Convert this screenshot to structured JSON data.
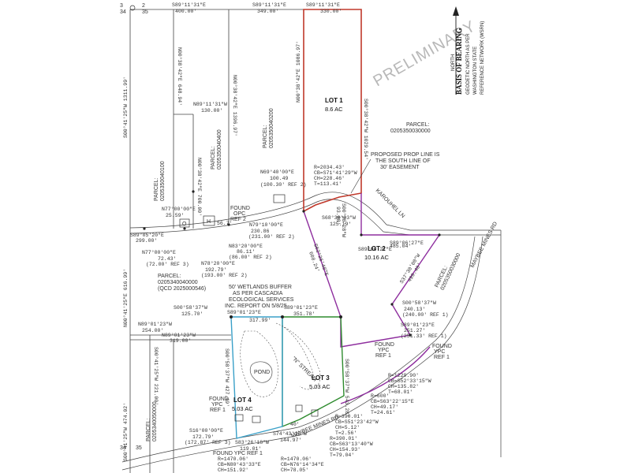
{
  "watermark": "PRELIMINARY",
  "basis": {
    "title": "BASIS OF BEARING",
    "line1": "GEODETIC NORTH AS PER",
    "line2": "WASHINGTON STATE",
    "line3": "REFERENCE NETWORK (WSRN)",
    "north": "NORTH"
  },
  "top_corner": {
    "a": "34",
    "b": "35",
    "c": "3",
    "d": "2"
  },
  "bottom_corner": {
    "a": "34",
    "b": "35"
  },
  "lots": [
    {
      "name": "LOT 1",
      "area": "8.6 AC",
      "color": "#c0392b"
    },
    {
      "name": "LOT 2",
      "area": "10.16 AC",
      "color": "#8e2e9e"
    },
    {
      "name": "LOT 3",
      "area": "5.03 AC",
      "color": "#2e8b2e"
    },
    {
      "name": "LOT 4",
      "area": "5.03 AC",
      "color": "#3aa0c8"
    }
  ],
  "top_bearings": [
    {
      "b": "S89°11'31\"E",
      "d": "400.00'"
    },
    {
      "b": "S89°11'31\"E",
      "d": "349.00'"
    },
    {
      "b": "S89°11'31\"E",
      "d": "330.00'"
    }
  ],
  "lot1_sides": {
    "west": "N00°38'42\"E  1086.97'",
    "east": "S00°38'42\"W  1029.54'"
  },
  "west_lines": {
    "v1": "N00°38'42\"E  648.94'",
    "v2": "N00°38'42\"E  1396.97'",
    "v3": "N00°38'42\"E  700.00'",
    "outer": "S00°41'25\"W  1311.99'"
  },
  "n89_130": {
    "b": "N89°11'31\"W",
    "d": "130.00'"
  },
  "parcels": {
    "p100": {
      "label": "PARCEL:",
      "num": "020535004010​0"
    },
    "p400": {
      "label": "PARCEL:",
      "num": "0205350040400"
    },
    "p200": {
      "label": "PARCEL:",
      "num": "0205350040200"
    },
    "p300": {
      "label": "PARCEL:",
      "num": "0205350030000"
    },
    "p4000": {
      "label": "PARCEL:",
      "num": "0205340040000",
      "extra": "(QCD 2025000546)"
    },
    "p050": {
      "label": "PARCEL:",
      "num": "0205340050000"
    },
    "pright": {
      "label": "PARCEL:",
      "num": "0205350030000"
    }
  },
  "easement": {
    "line1": "PROPOSED PROP LINE IS",
    "line2": "THE SOUTH LINE OF",
    "line3": "30' EASEMENT"
  },
  "curve1": {
    "r": "R=2034.43'",
    "cb": "CB=S71°41'29\"W",
    "ch": "CH=228.46'",
    "t": "T=113.41'"
  },
  "karouhel": "KAROUHEL LN",
  "n69": {
    "b": "N69°40'00\"E",
    "d": "100.49",
    "r": "(100.30' REF 2)"
  },
  "n77a": {
    "b": "N77°00'00\"E",
    "d": "25.59'"
  },
  "s89_05": {
    "b": "S89°05'20\"E",
    "d": "299.00'"
  },
  "n77b": {
    "b": "N77°00'00\"E",
    "d": "72.43'",
    "r": "(72.00' REF 3)"
  },
  "n79": {
    "b": "N79°10'00\"E",
    "d": "230.86",
    "r": "(231.00' REF 2)"
  },
  "n83": {
    "b": "N83°20'00\"E",
    "d": "86.11'",
    "r": "(86.00' REF 2)"
  },
  "n78": {
    "b": "N78°20'00\"E",
    "d": "192.79'",
    "r": "(193.00' REF 2)"
  },
  "s68": {
    "b": "S68°30'03\"W",
    "d": "125.19'"
  },
  "s00_93": {
    "b": "S00°38'28\"W",
    "d": "93.88'"
  },
  "s89_06": {
    "b": "S89°06'27\"E",
    "d": "485.04'"
  },
  "s62": {
    "b": "S62°26'48\"E",
    "d": "600.24'"
  },
  "s37": {
    "b": "S37°30'00\"W",
    "d": "499.40'"
  },
  "s00_240": {
    "b": "S00°58'37\"W",
    "d": "240.13'",
    "r": "(240.00' REF 1)"
  },
  "s89_251": {
    "b": "S89°01'23\"E",
    "d": "251.27'",
    "r": "(251.33' REF 1)"
  },
  "maybee": "MAYBEE MINES RD",
  "maybee2": "MAYBEE MINES RD",
  "wetlands": {
    "l1": "50' WETLANDS BUFFER",
    "l2": "AS PER CASCADIA",
    "l3": "ECOLOGICAL SERVICES",
    "l4": "INC. REPORT ON 5/8/25"
  },
  "s00_125": {
    "b": "S00°58'37\"W",
    "d": "125.70'"
  },
  "n89_254": {
    "b": "N89°01'23\"W",
    "d": "254.00'"
  },
  "n89_319": {
    "b": "N89°01'23\"W",
    "d": "319.00'"
  },
  "lot_top_bearing": {
    "b": "S89°01'23\"E",
    "b2": "S89°01'23\"E"
  },
  "lot_top_dist": {
    "d1": "317.99'",
    "d2": "351.78'"
  },
  "stream": "\"N\" STREAM",
  "pond": "POND",
  "lot3_east": "S00°58'37\"W  543.28'",
  "lot4_west": "S00°58'37\"W  427.49'",
  "s00_616": "N00°41'25\"E  616.99'",
  "s00_221": "S00°41'25\"W  221.00'",
  "s00_474": "S00°41'25\"W  474.02'",
  "curve2": {
    "r": "R=1229.90'",
    "cb": "CB=S52°33'15\"W",
    "ch": "CH=135.82'",
    "t": "T=68.01'"
  },
  "curve3": {
    "r": "R=600'",
    "cb": "CB=S63°22'15\"E",
    "ch": "CH=49.17'",
    "t": "T=24.61'"
  },
  "curve4": {
    "r": "R=390.01'",
    "cb": "CB=S51°23'42\"W",
    "ch": "CH=5.12'",
    "t": "T=2.56'"
  },
  "curve5": {
    "r": "R=390.01'",
    "cb": "CB=S63°13'40\"W",
    "ch": "CH=154.93'",
    "t": "T=79.04'"
  },
  "curve6": {
    "r": "R=1470.06'",
    "cb": "CB=N80°43'33\"E",
    "ch": "CH=151.92'"
  },
  "curve7": {
    "r": "R=1470.06'",
    "cb": "CB=N76°14'34\"E",
    "ch": "CH=78.05'"
  },
  "s74": {
    "b": "S74°43'15\"W",
    "d": "144.97'"
  },
  "s83": {
    "b": "S83°26'18\"W",
    "d": "119.01'"
  },
  "s16": {
    "b": "S16°00'00\"E",
    "d": "172.79'",
    "r": "(172.87' REF 3)"
  },
  "d40": "40'",
  "found_opc": [
    "FOUND",
    "OPC",
    "REF 2"
  ],
  "found_ypc": [
    "FOUND",
    "YPC",
    "REF 1"
  ],
  "found_ypc2": "FOUND YPC REF 1",
  "lbl_o": "O",
  "lbl_h": "H",
  "d_567": "56.7'"
}
